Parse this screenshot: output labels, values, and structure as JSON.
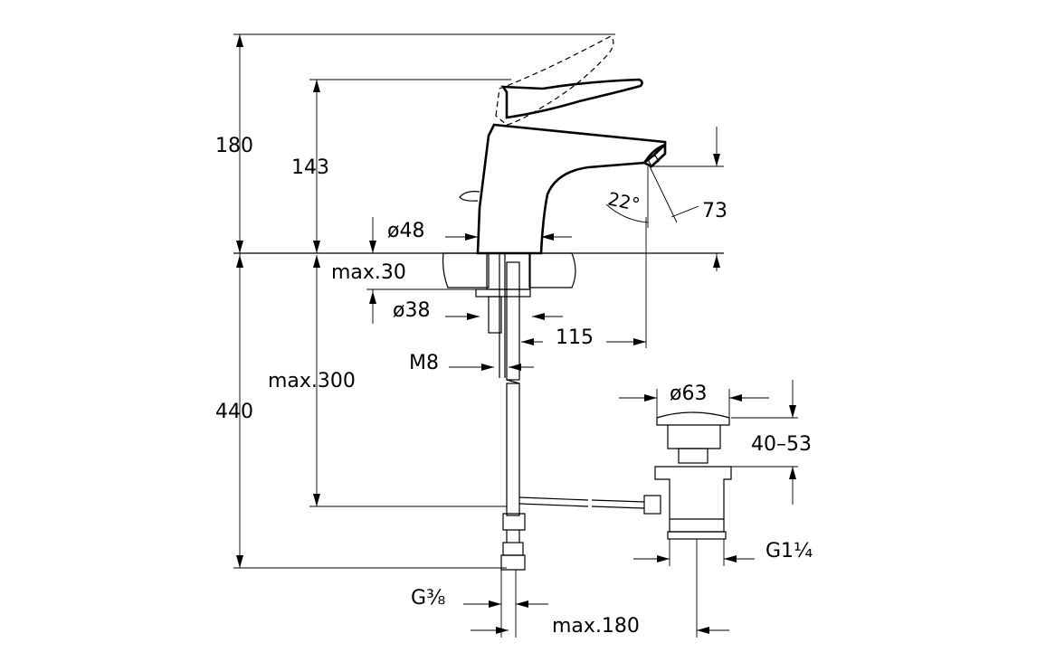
{
  "drawing": {
    "dimensions": {
      "overall_height": "180",
      "spout_height": "143",
      "body_diameter": "ø48",
      "deck_thickness": "max.30",
      "hole_diameter": "ø38",
      "projection": "115",
      "outlet_offset": "73",
      "spout_angle": "22°",
      "thread_rod": "M8",
      "rod_length": "max.300",
      "below_deck_height": "440",
      "waste_head_diameter": "ø63",
      "waste_adjust": "40–53",
      "waste_thread": "G1¼",
      "supply_thread": "G⅜",
      "waste_offset": "max.180"
    }
  }
}
